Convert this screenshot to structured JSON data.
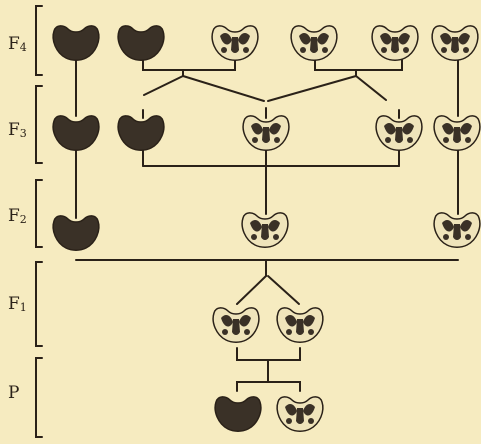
{
  "generations": [
    {
      "id": "F4",
      "label_main": "F",
      "label_sub": "4"
    },
    {
      "id": "F3",
      "label_main": "F",
      "label_sub": "3"
    },
    {
      "id": "F2",
      "label_main": "F",
      "label_sub": "2"
    },
    {
      "id": "F1",
      "label_main": "F",
      "label_sub": "1"
    },
    {
      "id": "P",
      "label_main": "P",
      "label_sub": ""
    }
  ],
  "individuals": [
    {
      "id": "p-dark",
      "gen": "P",
      "phenotype": "solid-dark"
    },
    {
      "id": "p-spot",
      "gen": "P",
      "phenotype": "spotted"
    },
    {
      "id": "f1-a",
      "gen": "F1",
      "phenotype": "spotted"
    },
    {
      "id": "f1-b",
      "gen": "F1",
      "phenotype": "spotted"
    },
    {
      "id": "f2-dark",
      "gen": "F2",
      "phenotype": "solid-dark"
    },
    {
      "id": "f2-mid",
      "gen": "F2",
      "phenotype": "spotted"
    },
    {
      "id": "f2-right",
      "gen": "F2",
      "phenotype": "spotted"
    },
    {
      "id": "f3-dark1",
      "gen": "F3",
      "phenotype": "solid-dark"
    },
    {
      "id": "f3-dark2",
      "gen": "F3",
      "phenotype": "solid-dark"
    },
    {
      "id": "f3-spot1",
      "gen": "F3",
      "phenotype": "spotted"
    },
    {
      "id": "f3-spot2",
      "gen": "F3",
      "phenotype": "spotted"
    },
    {
      "id": "f3-spot3",
      "gen": "F3",
      "phenotype": "spotted"
    },
    {
      "id": "f4-dark1",
      "gen": "F4",
      "phenotype": "solid-dark"
    },
    {
      "id": "f4-dark2",
      "gen": "F4",
      "phenotype": "solid-dark"
    },
    {
      "id": "f4-spot1",
      "gen": "F4",
      "phenotype": "spotted"
    },
    {
      "id": "f4-spot2",
      "gen": "F4",
      "phenotype": "spotted"
    },
    {
      "id": "f4-spot3",
      "gen": "F4",
      "phenotype": "spotted"
    },
    {
      "id": "f4-spot4",
      "gen": "F4",
      "phenotype": "spotted"
    }
  ],
  "colors": {
    "background": "#f6ebc0",
    "ink": "#2a2118",
    "dark_fill": "#3a3127",
    "spot_fill": "#efe4bb"
  }
}
